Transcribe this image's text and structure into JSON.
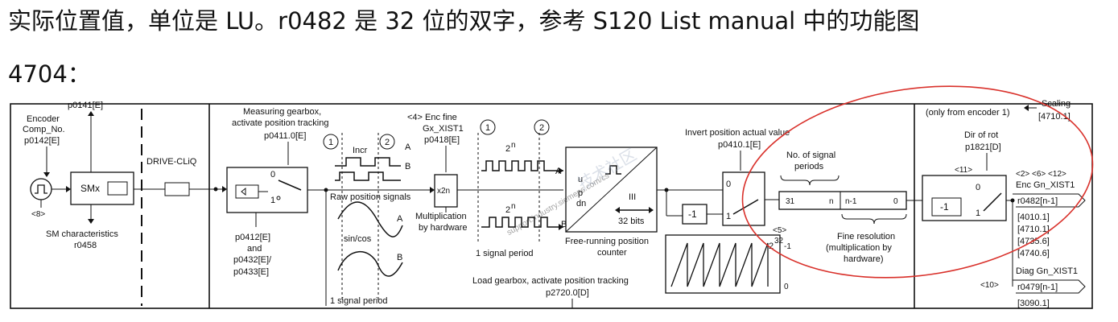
{
  "intro": {
    "line1": "实际位置值，单位是 LU。r0482 是 32 位的双字，参考 S120 List manual 中的功能图",
    "line2": "4704："
  },
  "diagram": {
    "encoder_comp_line1": "Encoder",
    "encoder_comp_line2": "Comp_No.",
    "encoder_comp_param": "p0142[E]",
    "top_param_cut": "p0141[E]",
    "ref8": "<8>",
    "smx": "SMx",
    "sm_char_line1": "SM characteristics",
    "sm_char_line2": "r0458",
    "drive_cliq": "DRIVE-CLiQ",
    "meas_gear_line1": "Measuring gearbox,",
    "meas_gear_line2": "activate position tracking",
    "meas_gear_param": "p0411.0[E]",
    "switch0": "0",
    "switch1": "1",
    "p0412_line1": "p0412[E]",
    "p0412_line2": "and",
    "p0412_line3": "p0432[E]/",
    "p0412_line4": "p0433[E]",
    "circle1": "1",
    "circle2": "2",
    "incr": "Incr",
    "sig_A": "A",
    "sig_B": "B",
    "raw_pos": "Raw position signals",
    "sin_cos": "sin/cos",
    "one_signal_period": "1 signal period",
    "enc_fine_ref": "<4> Enc fine",
    "enc_fine_line2": "Gx_XIST1",
    "enc_fine_param": "p0418[E]",
    "x2n": "x2n",
    "mult_line1": "Multiplication",
    "mult_line2": "by hardware",
    "two_n": "2",
    "n_sup": "n",
    "u": "u",
    "p": "p",
    "dn": "dn",
    "roman3": "III",
    "bits32": "32 bits",
    "free_running_line1": "Free-running position",
    "free_running_line2": "counter",
    "load_gear_line1": "Load gearbox, activate position tracking",
    "load_gear_param": "p2720.0[D]",
    "invert_line1": "Invert position actual value",
    "invert_param": "p0410.1[E]",
    "minus1": "-1",
    "num_sig_line1": "No. of signal",
    "num_sig_line2": "periods",
    "reg31": "31",
    "reg_n": "n",
    "reg_n1": "n-1",
    "reg0": "0",
    "ref5": "<5>",
    "pow_base": "2",
    "pow_exp": "32",
    "pow_minus": "-1",
    "saw_zero": "0",
    "fine_res_line1": "Fine resolution",
    "fine_res_line2": "(multiplication by",
    "fine_res_line3": "hardware)",
    "only_enc1": "(only from encoder 1)",
    "top_right_cut": "Scaling",
    "ref_4710_top": "[4710.1]",
    "dir_rot_line1": "Dir of rot",
    "dir_rot_param": "p1821[D]",
    "ref11": "<11>",
    "refs_2_6_12": "<2> <6> <12>",
    "enc_gn_xist1": "Enc Gn_XIST1",
    "r0482": "r0482[n-1]",
    "ref_4010": "[4010.1]",
    "ref_4710": "[4710.1]",
    "ref_4735": "[4735.6]",
    "ref_4740": "[4740.6]",
    "diag_gn": "Diag Gn_XIST1",
    "ref10": "<10>",
    "r0479": "r0479[n-1]",
    "ref_3090": "[3090.1]",
    "watermark1": "技术社区",
    "watermark2": "support.industry.siemens.com/cs"
  },
  "colors": {
    "line": "#111111",
    "highlight_circle": "#d9312b",
    "watermark": "#9aa8c0"
  }
}
